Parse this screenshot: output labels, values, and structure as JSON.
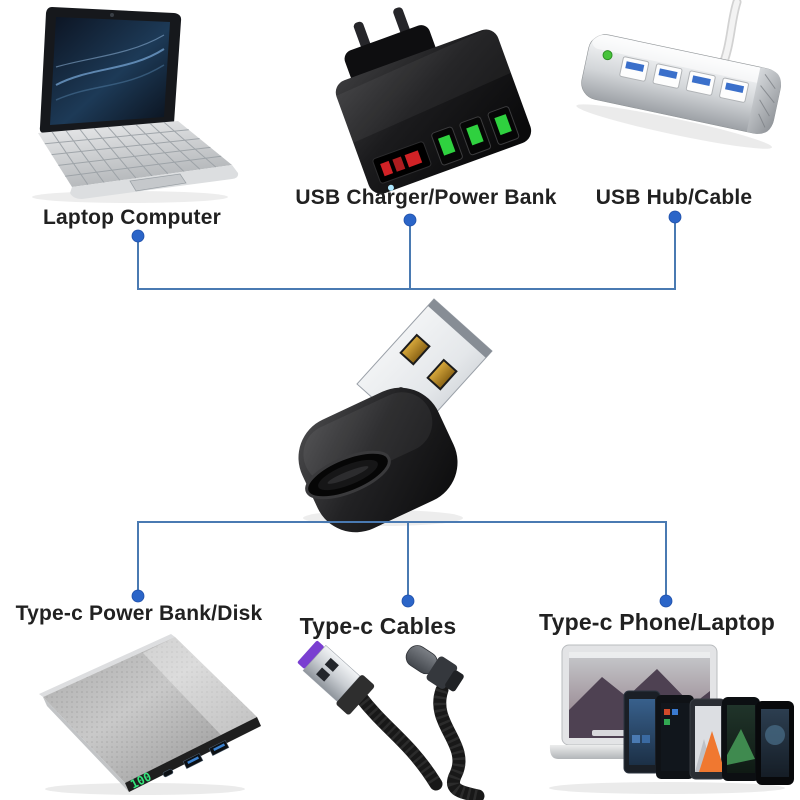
{
  "colors": {
    "background": "#ffffff",
    "connector_line": "#4a7ab2",
    "connector_dot": "#2b65c8",
    "label_text": "#212121",
    "charger_port_green": "#2fd13f",
    "charger_display_red": "#e8262a",
    "hub_port_blue": "#3a6fca",
    "hub_led_green": "#46c33a",
    "cable_plug_purple": "#7a3fd1",
    "power_bank_display_green": "#34e57c"
  },
  "top_row": {
    "items": [
      {
        "label": "Laptop Computer"
      },
      {
        "label": "USB Charger/Power Bank"
      },
      {
        "label": "USB Hub/Cable"
      }
    ]
  },
  "bottom_row": {
    "items": [
      {
        "label": "Type-c Power Bank/Disk"
      },
      {
        "label": "Type-c Cables"
      },
      {
        "label": "Type-c Phone/Laptop"
      }
    ]
  },
  "power_bank": {
    "display_value": "100"
  },
  "images": {
    "top": [
      "laptop-computer",
      "usb-charger-power-bank",
      "usb-hub-with-cable"
    ],
    "center": "usb-c-female-to-usb-a-male-adapter",
    "bottom": [
      "type-c-power-bank-disk",
      "type-c-cables",
      "type-c-phone-laptop"
    ]
  }
}
